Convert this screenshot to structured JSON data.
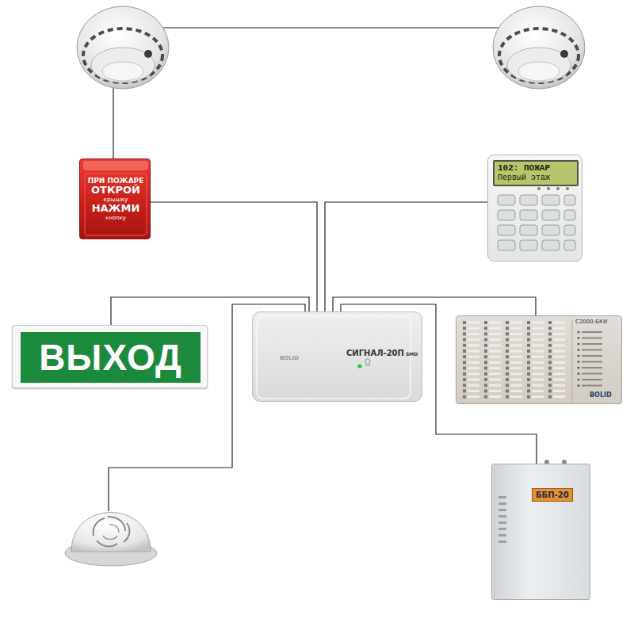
{
  "diagram": {
    "nodes": [
      {
        "text": [
          "ПРИ ПОЖАРЕ",
          "ОТКРОЙ",
          "крышку",
          "НАЖМИ",
          "кнопку"
        ]
      },
      {
        "text": [
          "102: ПОЖАР",
          "Первый этаж"
        ]
      },
      {
        "text": [
          "ВЫХОД"
        ]
      },
      {
        "text": [
          "BOLID",
          "СИГНАЛ-20П",
          "SMD"
        ]
      },
      {
        "text": [
          "С2000-БКИ",
          "BOLID"
        ]
      },
      {
        "text": [
          "ББП-20"
        ]
      }
    ],
    "edges": [
      {
        "from": 0,
        "to": 3,
        "arrow": "none"
      },
      {
        "from": 1,
        "to": 3,
        "arrow": "none"
      },
      {
        "from": 2,
        "to": 3,
        "arrow": "none"
      },
      {
        "from": 4,
        "to": 3,
        "arrow": "none"
      },
      {
        "from": 5,
        "to": 3,
        "arrow": "none"
      }
    ]
  }
}
